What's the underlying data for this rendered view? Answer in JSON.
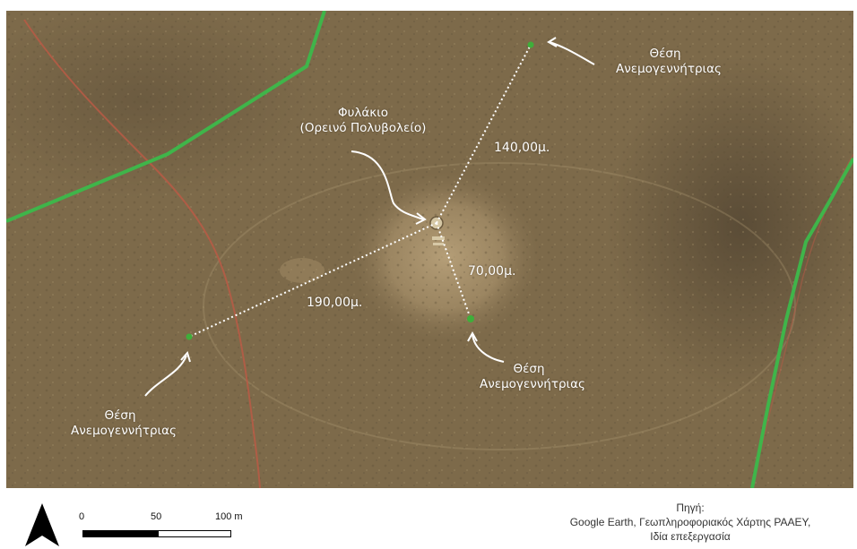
{
  "map": {
    "labels": {
      "outpost_line1": "Φυλάκιο",
      "outpost_line2": "(Ορεινό Πολυβολείο)",
      "turbine_ne_line1": "Θέση",
      "turbine_ne_line2": "Ανεμογεννήτριας",
      "turbine_se_line1": "Θέση",
      "turbine_se_line2": "Ανεμογεννήτριας",
      "turbine_w_line1": "Θέση",
      "turbine_w_line2": "Ανεμογεννήτριας"
    },
    "distances": {
      "to_ne": "140,00μ.",
      "to_se": "70,00μ.",
      "to_w": "190,00μ."
    },
    "colors": {
      "terrain": "#7d6a4a",
      "road_red": "#b85a45",
      "boundary_green": "#3fb54a",
      "turbine_marker": "#3fae3a",
      "dotted_line": "#ffffff"
    }
  },
  "scalebar": {
    "tick_0": "0",
    "tick_50": "50",
    "tick_100": "100 m"
  },
  "north_arrow": {
    "icon": "north-arrow-icon"
  },
  "source": {
    "line1": "Πηγή:",
    "line2": "Google Earth, Γεωπληροφοριακός Χάρτης ΡΑΑΕΥ,",
    "line3": "Ιδία επεξεργασία"
  }
}
